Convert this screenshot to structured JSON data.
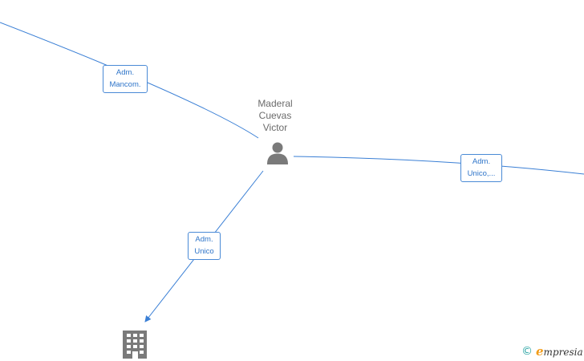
{
  "graph": {
    "center_person": {
      "name_lines": [
        "Maderal",
        "Cuevas",
        "Victor"
      ],
      "icon": "person-icon"
    },
    "company_node": {
      "icon": "building-icon"
    },
    "edges": [
      {
        "label_lines": [
          "Adm.",
          "Mancom."
        ]
      },
      {
        "label_lines": [
          "Adm.",
          "Unico,..."
        ]
      },
      {
        "label_lines": [
          "Adm.",
          "Unico"
        ]
      }
    ]
  },
  "brand": {
    "copyright_symbol": "©",
    "logo_initial": "e",
    "name": "mpresia"
  },
  "colors": {
    "edge": "#3a7fd5",
    "label_border": "#4a8ad6",
    "label_text": "#2d74c9",
    "node_icon": "#7a7a7a",
    "node_text": "#6b6b6b",
    "brand_copyright": "#2aa4a4",
    "brand_e": "#f29d1b"
  }
}
